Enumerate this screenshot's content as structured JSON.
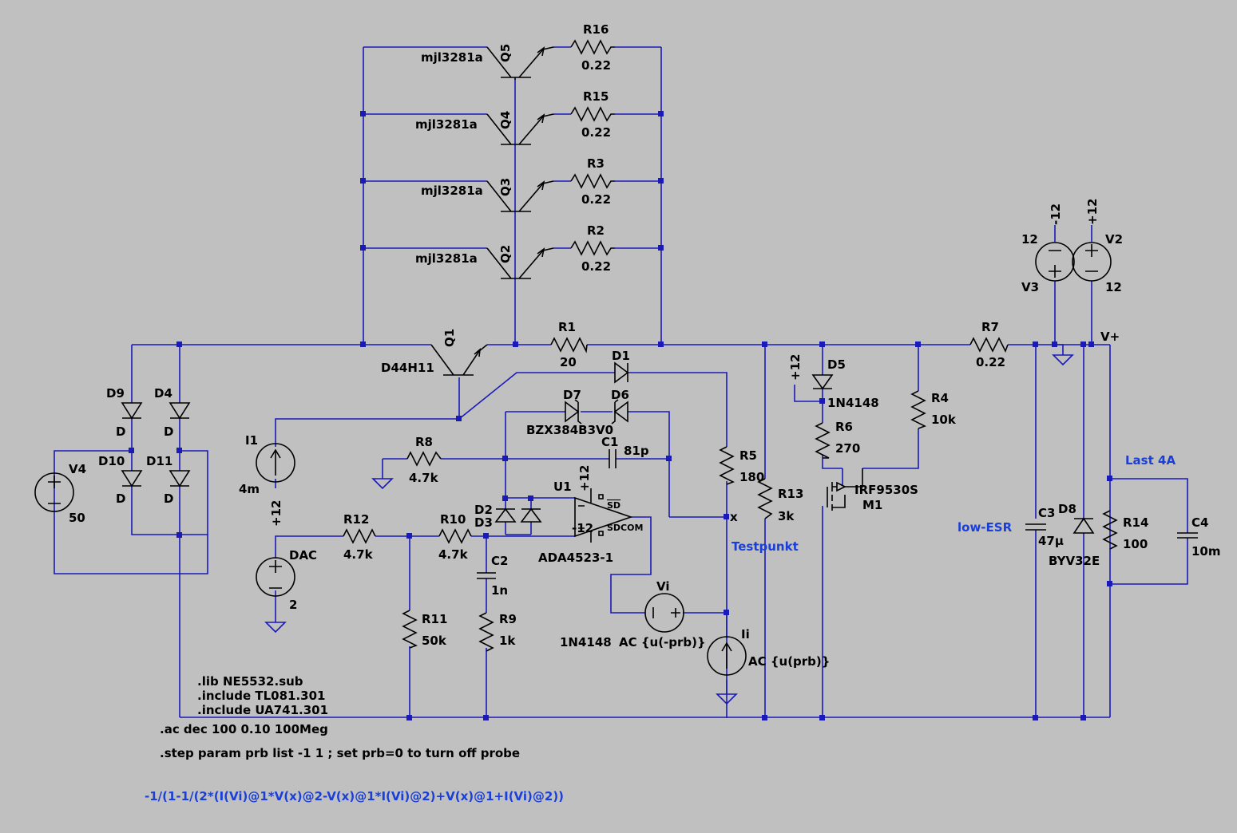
{
  "components": {
    "Q5": {
      "name": "Q5",
      "model": "mjl3281a"
    },
    "Q4": {
      "name": "Q4",
      "model": "mjl3281a"
    },
    "Q3": {
      "name": "Q3",
      "model": "mjl3281a"
    },
    "Q2": {
      "name": "Q2",
      "model": "mjl3281a"
    },
    "Q1": {
      "name": "Q1",
      "model": "D44H11"
    },
    "R16": {
      "name": "R16",
      "value": "0.22"
    },
    "R15": {
      "name": "R15",
      "value": "0.22"
    },
    "R3": {
      "name": "R3",
      "value": "0.22"
    },
    "R2": {
      "name": "R2",
      "value": "0.22"
    },
    "R1": {
      "name": "R1",
      "value": "20"
    },
    "R7": {
      "name": "R7",
      "value": "0.22"
    },
    "R4": {
      "name": "R4",
      "value": "10k"
    },
    "R5": {
      "name": "R5",
      "value": "180"
    },
    "R6": {
      "name": "R6",
      "value": "270"
    },
    "R8": {
      "name": "R8",
      "value": "4.7k"
    },
    "R9": {
      "name": "R9",
      "value": "1k"
    },
    "R10": {
      "name": "R10",
      "value": "4.7k"
    },
    "R11": {
      "name": "R11",
      "value": "50k"
    },
    "R12": {
      "name": "R12",
      "value": "4.7k"
    },
    "R13": {
      "name": "R13",
      "value": "3k"
    },
    "R14": {
      "name": "R14",
      "value": "100"
    },
    "C1": {
      "name": "C1",
      "value": "81p"
    },
    "C2": {
      "name": "C2",
      "value": "1n"
    },
    "C3": {
      "name": "C3",
      "value": "47µ"
    },
    "C4": {
      "name": "C4",
      "value": "10m"
    },
    "D1": {
      "name": "D1"
    },
    "D2": {
      "name": "D2"
    },
    "D3": {
      "name": "D3"
    },
    "D3_model": "1N4148",
    "D5": {
      "name": "D5",
      "model": "1N4148"
    },
    "D67": {
      "name6": "D6",
      "name7": "D7",
      "model": "BZX384B3V0"
    },
    "D8": {
      "name": "D8",
      "model": "BYV32E"
    },
    "D9": {
      "name": "D9",
      "model": "D"
    },
    "D4": {
      "name": "D4",
      "model": "D"
    },
    "D10": {
      "name": "D10",
      "model": "D"
    },
    "D11": {
      "name": "D11",
      "model": "D"
    },
    "M1": {
      "name": "M1",
      "model": "IRF9530S"
    },
    "U1": {
      "name": "U1",
      "model": "ADA4523-1",
      "sd": "SD",
      "sdcom": "SDCOM",
      "vpos": "+12",
      "vneg": "-12"
    },
    "V4": {
      "name": "V4",
      "value": "50"
    },
    "V3": {
      "name": "V3",
      "value": "12"
    },
    "V2": {
      "name": "V2",
      "value": "12"
    },
    "DAC": {
      "name": "DAC",
      "value": "2"
    },
    "I1": {
      "name": "I1",
      "value": "4m"
    },
    "Vi": {
      "name": "Vi",
      "value": "AC {u(-prb)}"
    },
    "Ii": {
      "name": "Ii",
      "value": "AC {u(prb)}"
    }
  },
  "nets": {
    "plus12": "+12",
    "minus12": "-12",
    "vplus": "V+",
    "x": "x"
  },
  "notes": {
    "last": "Last 4A",
    "lowesr": "low-ESR",
    "testpunkt": "Testpunkt"
  },
  "directives": [
    ".lib NE5532.sub",
    ".include TL081.301",
    ".include UA741.301",
    ".ac dec 100 0.10 100Meg",
    ".step param prb list -1 1 ; set prb=0 to turn off probe"
  ],
  "formula": "-1/(1-1/(2*(I(Vi)@1*V(x)@2-V(x)@1*I(Vi)@2)+V(x)@1+I(Vi)@2))"
}
